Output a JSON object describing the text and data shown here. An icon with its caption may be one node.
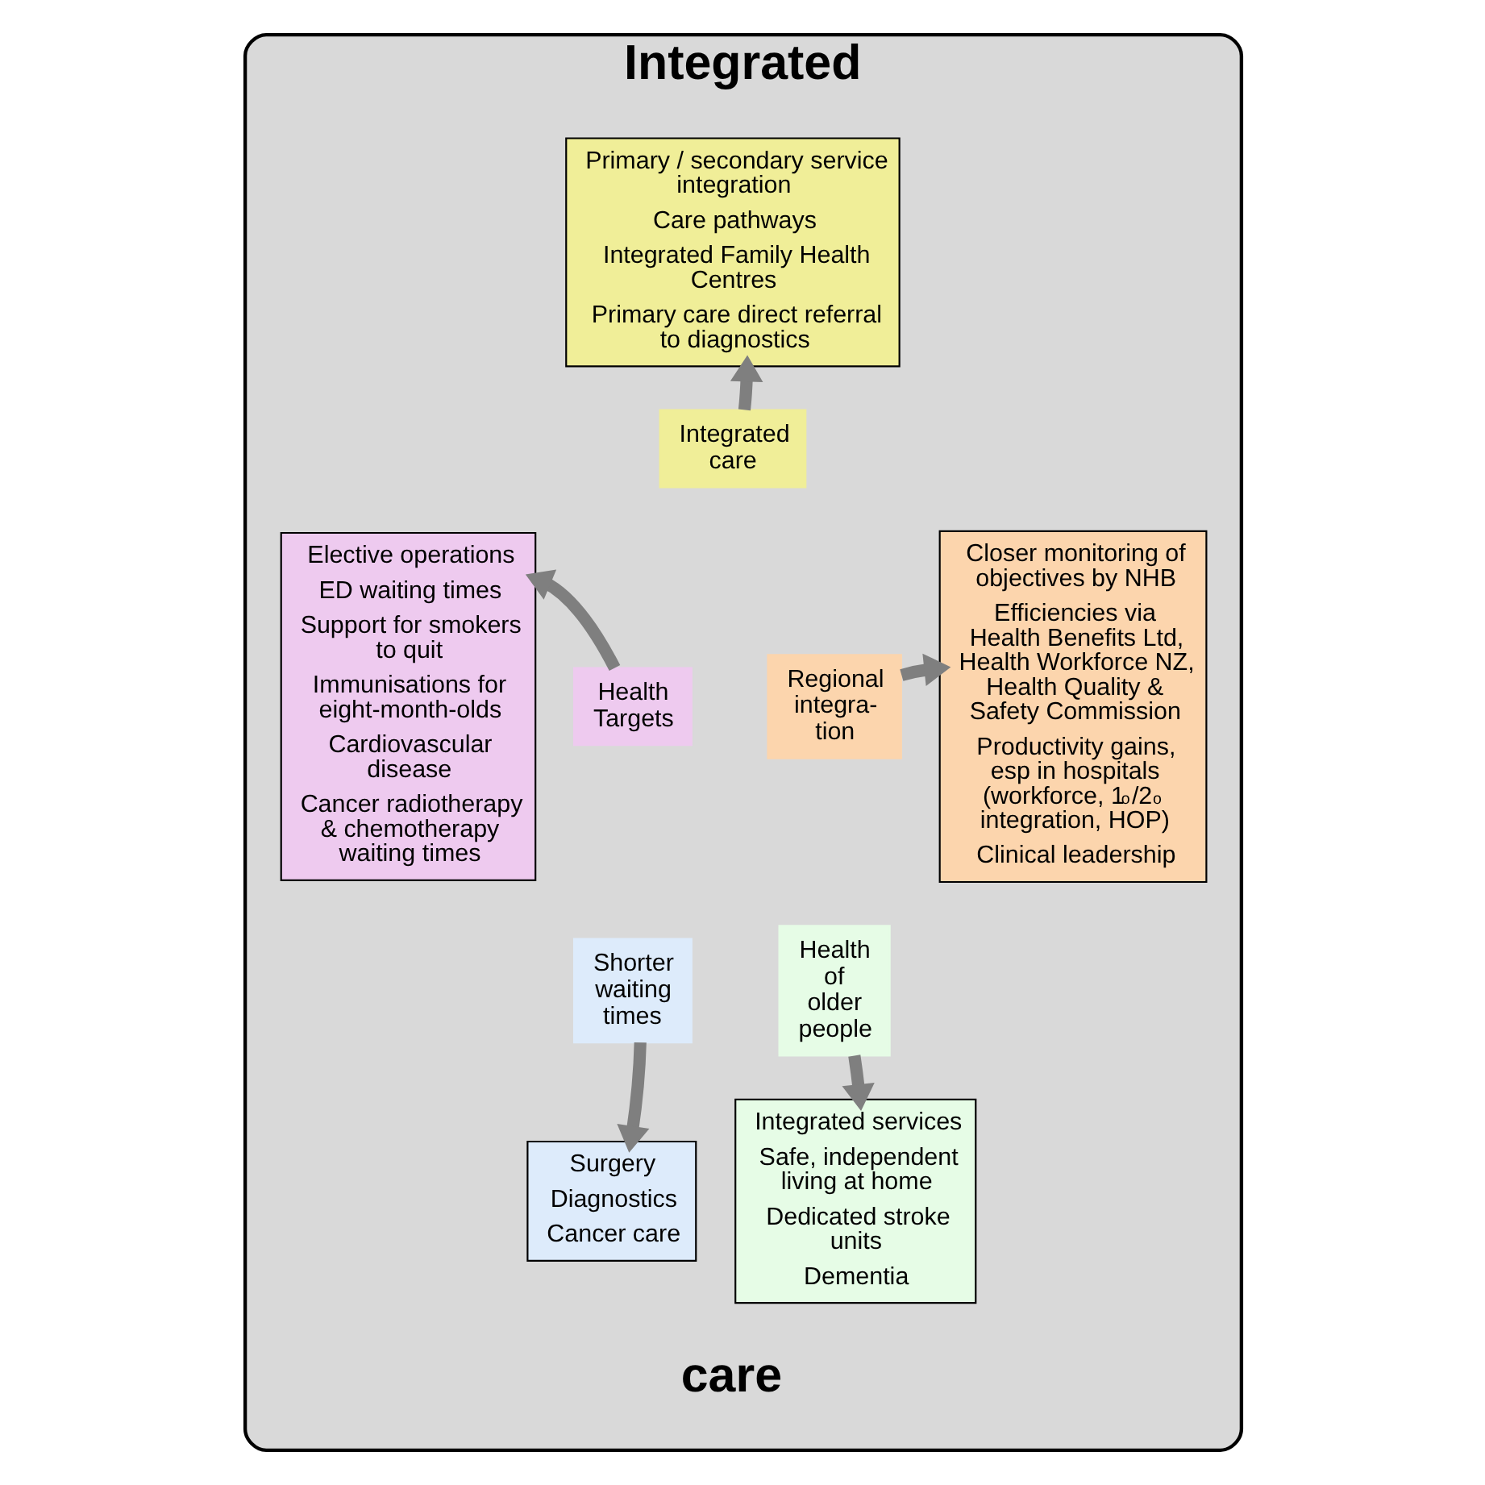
{
  "diagram": {
    "nodes": [
      {
        "text": [
          "Integrated",
          "care"
        ]
      },
      {
        "text": [
          "Integrated care"
        ],
        "in": 0
      },
      {
        "text": [
          "Health Targets"
        ],
        "in": 0
      },
      {
        "text": [
          "Regional integra- tion"
        ],
        "in": 0
      },
      {
        "text": [
          "Shorter waiting times"
        ],
        "in": 0
      },
      {
        "text": [
          "Health of older people"
        ],
        "in": 0
      },
      {
        "text": [
          "Primary / secondary service integration",
          "Care pathways",
          "Integrated Family Health Centres",
          "Primary care direct referral to diagnostics"
        ],
        "in": 0
      },
      {
        "text": [
          "Elective operations",
          "ED waiting times",
          "Support for smokers to quit",
          "Immunisations for eight-month-olds",
          "Cardiovascular disease",
          "Cancer radiotherapy & chemotherapy waiting times"
        ],
        "in": 0
      },
      {
        "text": [
          "Closer monitoring of objectives by NHB",
          "Efficiencies via Health Benefits Ltd, Health Workforce NZ, Health Quality & Safety Commission",
          "Productivity gains, esp in hospitals (workforce, 1$^{o}$/2$^{o}$ integration, HOP)",
          "Clinical leadership"
        ],
        "in": 0
      },
      {
        "text": [
          "Surgery",
          "Diagnostics",
          "Cancer care"
        ],
        "in": 0
      },
      {
        "text": [
          "Integrated services",
          "Safe, independent living at home",
          "Dedicated stroke units",
          "Dementia"
        ],
        "in": 0
      }
    ],
    "edges": [
      {
        "from": 1,
        "to": 6,
        "arrow": "to"
      },
      {
        "from": 2,
        "to": 7,
        "arrow": "to"
      },
      {
        "from": 3,
        "to": 8,
        "arrow": "to"
      },
      {
        "from": 4,
        "to": 9,
        "arrow": "to"
      },
      {
        "from": 5,
        "to": 10,
        "arrow": "to"
      }
    ]
  }
}
